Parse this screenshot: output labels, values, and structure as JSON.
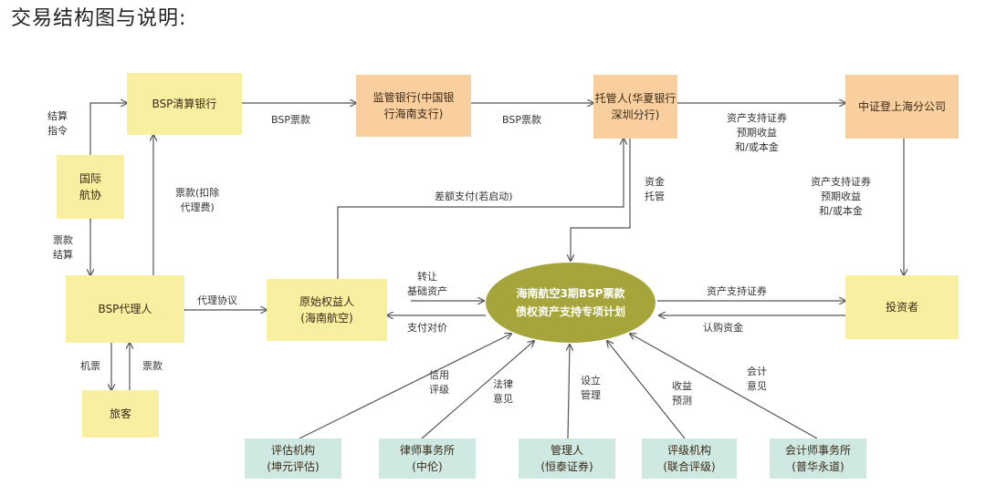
{
  "title": "交易结构图与说明:",
  "nodes": {
    "bsp_clearing_bank": "BSP清算银行",
    "supervising_bank": [
      "监管银行(中国银",
      "行海南支行)"
    ],
    "trustee": [
      "托管人(华夏银行",
      "深圳分行)"
    ],
    "csdc_shanghai": "中证登上海分公司",
    "iata": [
      "国际",
      "航协"
    ],
    "bsp_agent": "BSP代理人",
    "original_owner": [
      "原始权益人",
      "(海南航空)"
    ],
    "plan": [
      "海南航空3期BSP票款",
      "债权资产支持专项计划"
    ],
    "investors": "投资者",
    "passengers": "旅客",
    "rating_agency_1": [
      "评估机构",
      "(坤元评估)"
    ],
    "law_firm": [
      "律师事务所",
      "(中伦)"
    ],
    "manager": [
      "管理人",
      "(恒泰证券)"
    ],
    "rating_agency_2": [
      "评级机构",
      "(联合评级)"
    ],
    "accounting_firm": [
      "会计师事务所",
      "(普华永道)"
    ]
  },
  "labels": {
    "settlement_instruction": [
      "结算",
      "指令"
    ],
    "bsp_payment_1": "BSP票款",
    "bsp_payment_2": "BSP票款",
    "abs_returns_1": [
      "资产支持证券",
      "预期收益",
      "和/或本金"
    ],
    "abs_returns_2": [
      "资产支持证券",
      "预期收益",
      "和/或本金"
    ],
    "fare_settlement": [
      "票款",
      "结算"
    ],
    "fare_minus_fee": [
      "票款(扣除",
      "代理费)"
    ],
    "shortfall_payment": "差额支付(若启动)",
    "fund_custody": [
      "资金",
      "托管"
    ],
    "agency_agreement": "代理协议",
    "transfer_assets": [
      "转让",
      "基础资产"
    ],
    "pay_consideration": "支付对价",
    "abs": "资产支持证券",
    "subscription_funds": "认购资金",
    "ticket": "机票",
    "fare": "票款",
    "credit_rating": [
      "信用",
      "评级"
    ],
    "legal_opinion": [
      "法律",
      "意见"
    ],
    "establish_manage": [
      "设立",
      "管理"
    ],
    "revenue_forecast": [
      "收益",
      "预测"
    ],
    "accounting_opinion": [
      "会计",
      "意见"
    ]
  },
  "colors": {
    "yellow_box": "#f8f0a0",
    "orange_box": "#f9cf9f",
    "green_box": "#cfe8e1",
    "ellipse": "#a5a53c",
    "line": "#555555"
  }
}
